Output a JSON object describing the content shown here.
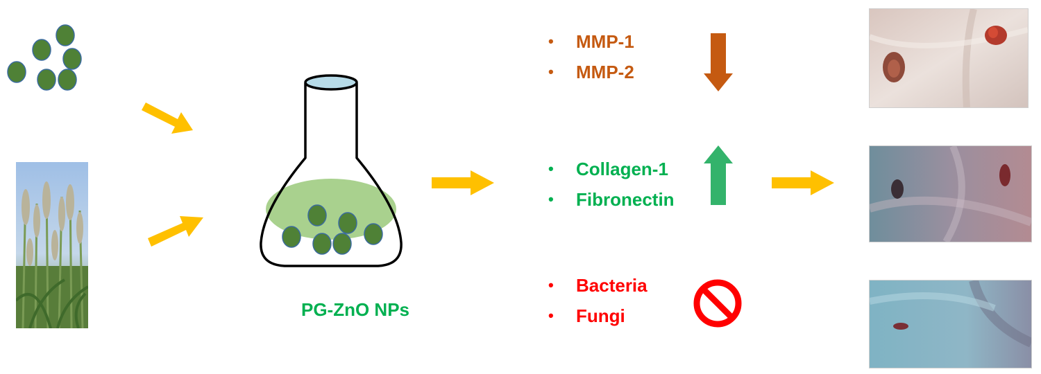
{
  "colors": {
    "arrow": "#ffc000",
    "particle_fill": "#4f8136",
    "particle_stroke": "#3b6b9e",
    "solution": "#a9d18e",
    "flask_stroke": "#000000",
    "flask_mouth": "#b7dbe8",
    "green_label": "#00b050",
    "decrease": "#c55a11",
    "increase": "#33b36b",
    "inhibit": "#ff0000"
  },
  "flask": {
    "label": "PG-ZnO NPs"
  },
  "effects": {
    "decreased": {
      "items": [
        "MMP-1",
        "MMP-2"
      ],
      "indicator_icon": "down-arrow-icon"
    },
    "increased": {
      "items": [
        "Collagen-1",
        "Fibronectin"
      ],
      "indicator_icon": "up-arrow-icon"
    },
    "inhibited": {
      "items": [
        "Bacteria",
        "Fungi"
      ],
      "indicator_icon": "prohibition-icon"
    }
  },
  "inputs": {
    "nanoparticles_icon": "nanoparticle-cluster-icon",
    "plant_icon": "grass-plant-photo"
  },
  "outcome_photos": [
    "wound-photo-top",
    "wound-photo-middle",
    "wound-photo-bottom"
  ]
}
